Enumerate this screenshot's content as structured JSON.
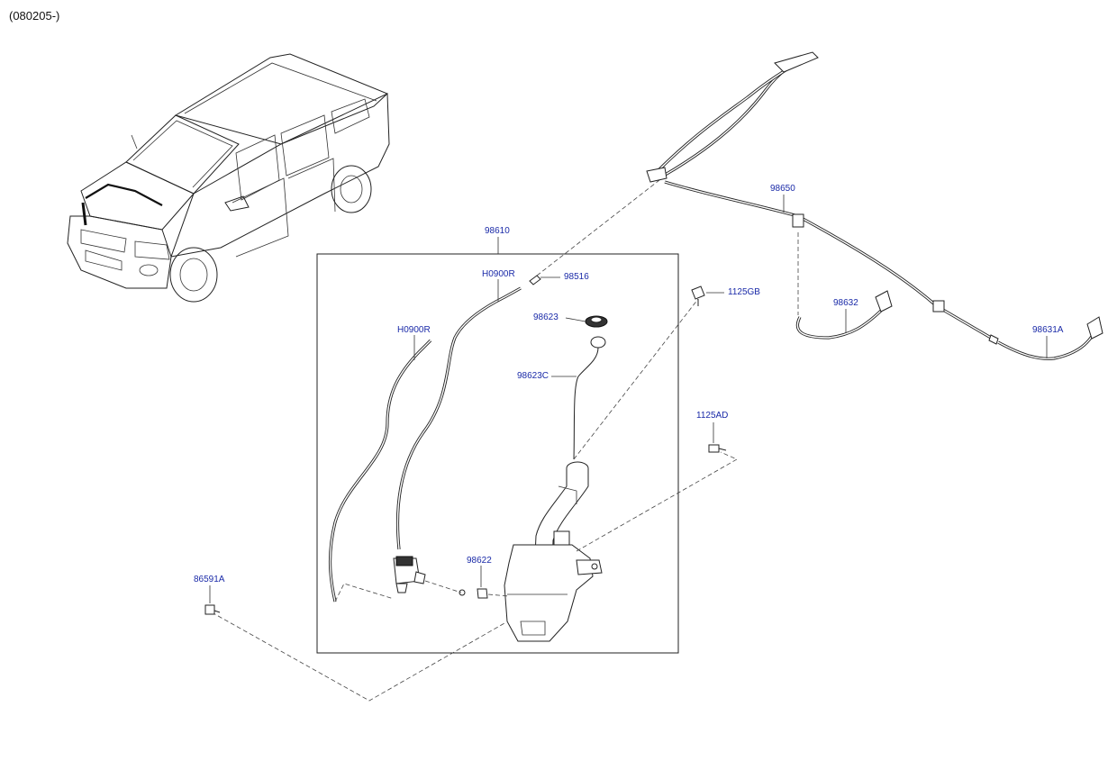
{
  "header": {
    "code": "(080205-)"
  },
  "parts": {
    "p98610": "98610",
    "p98650": "98650",
    "p98516": "98516",
    "p98623": "98623",
    "p98623C": "98623C",
    "p1125GB": "1125GB",
    "p1125AD": "1125AD",
    "p98622": "98622",
    "p86591A": "86591A",
    "p98632": "98632",
    "p98631A": "98631A",
    "pH0900R_right": "H0900R",
    "pH0900R_left": "H0900R"
  },
  "colors": {
    "label": "#1a2aa8",
    "line": "#222222"
  }
}
